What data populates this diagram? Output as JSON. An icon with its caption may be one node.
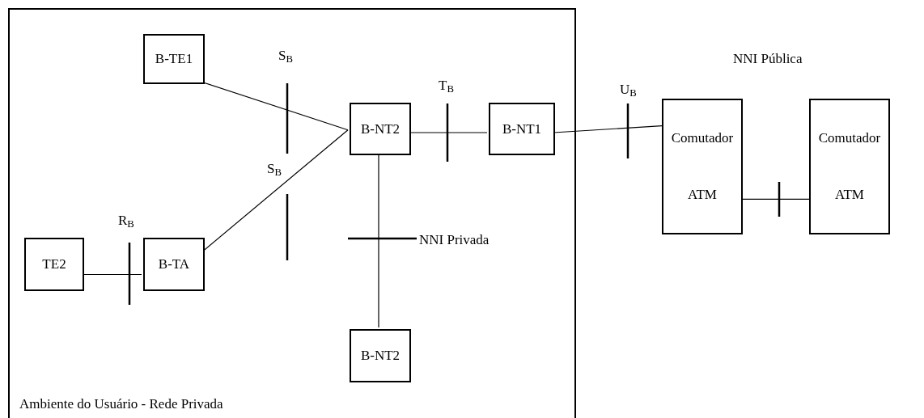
{
  "diagram": {
    "nodes": [
      {
        "text": [
          "Ambiente do Usuário - Rede Privada"
        ]
      },
      {
        "text": [
          "B-TE1"
        ],
        "in": 0
      },
      {
        "text": [
          "B-NT2"
        ],
        "in": 0
      },
      {
        "text": [
          "B-NT1"
        ],
        "in": 0
      },
      {
        "text": [
          "TE2"
        ],
        "in": 0
      },
      {
        "text": [
          "B-TA"
        ],
        "in": 0
      },
      {
        "text": [
          "B-NT2"
        ],
        "in": 0
      },
      {
        "text": [
          "Comutador ATM"
        ]
      },
      {
        "text": [
          "Comutador ATM"
        ]
      }
    ],
    "edges": [
      {
        "from": 1,
        "to": 2,
        "arrow": "none"
      },
      {
        "from": 5,
        "to": 2,
        "arrow": "none"
      },
      {
        "from": 4,
        "to": 5,
        "arrow": "none"
      },
      {
        "from": 2,
        "to": 3,
        "arrow": "none"
      },
      {
        "from": 3,
        "to": 7,
        "arrow": "none"
      },
      {
        "from": 7,
        "to": 8,
        "arrow": "none"
      },
      {
        "from": 2,
        "to": 6,
        "arrow": "none"
      }
    ],
    "labels": [
      "S$_{B}$",
      "NNI Pública",
      "T$_{B}$",
      "U$_{B}$",
      "S$_{B}$",
      "R$_{B}$",
      "NNI Privada"
    ]
  }
}
